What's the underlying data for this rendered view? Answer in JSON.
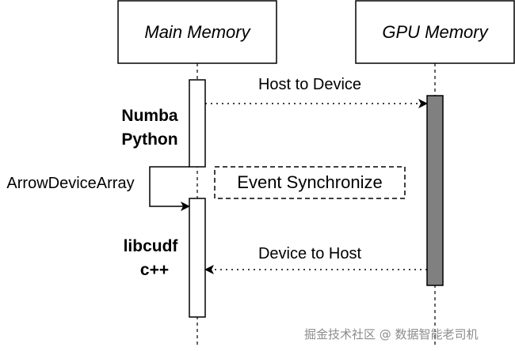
{
  "participants": {
    "main_memory": "Main Memory",
    "gpu_memory": "GPU Memory"
  },
  "messages": {
    "host_to_device": "Host to Device",
    "device_to_host": "Device to Host",
    "self_call": "ArrowDeviceArray"
  },
  "notes": {
    "event_sync": "Event Synchronize"
  },
  "activations": {
    "numba": [
      "Numba",
      "Python"
    ],
    "libcudf": [
      "libcudf",
      "c++"
    ]
  },
  "watermark": "掘金技术社区 @ 数据智能老司机",
  "colors": {
    "gpu_activation_fill": "#808080",
    "line": "#000000",
    "watermark": "#8c8c8c"
  }
}
